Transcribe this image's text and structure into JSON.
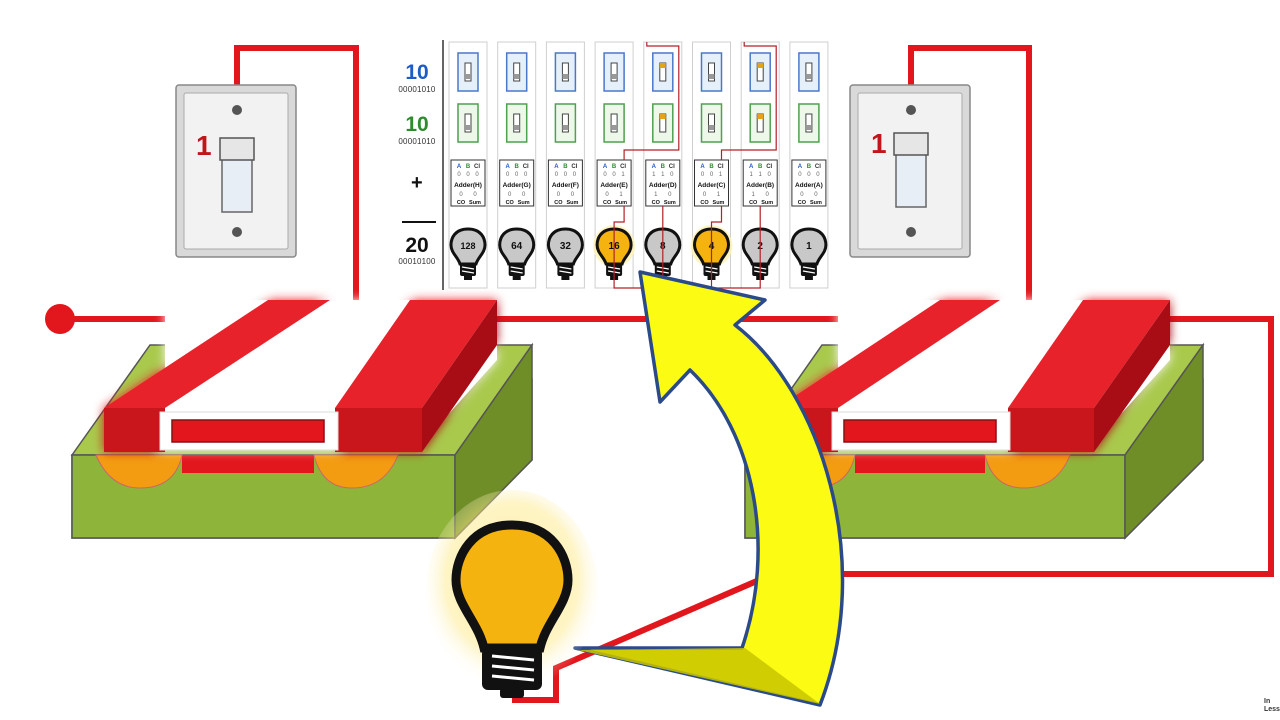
{
  "switches": {
    "left_label": "1",
    "right_label": "1"
  },
  "rows": {
    "a": {
      "value": "10",
      "bits": "00001010",
      "color": "#1f5bc4"
    },
    "b": {
      "value": "10",
      "bits": "00001010",
      "color": "#2e8b2e"
    },
    "operator": "+",
    "sum": {
      "value": "20",
      "bits": "00010100",
      "color": "#111111"
    }
  },
  "bit_switches": {
    "a": [
      0,
      0,
      0,
      0,
      1,
      0,
      1,
      0
    ],
    "b": [
      0,
      0,
      0,
      0,
      1,
      0,
      1,
      0
    ]
  },
  "adders": [
    {
      "label": "Adder(H)",
      "a": "0",
      "b": "0",
      "ci": "0",
      "co": "0",
      "sum": "0"
    },
    {
      "label": "Adder(G)",
      "a": "0",
      "b": "0",
      "ci": "0",
      "co": "0",
      "sum": "0"
    },
    {
      "label": "Adder(F)",
      "a": "0",
      "b": "0",
      "ci": "0",
      "co": "0",
      "sum": "0"
    },
    {
      "label": "Adder(E)",
      "a": "0",
      "b": "0",
      "ci": "1",
      "co": "0",
      "sum": "1"
    },
    {
      "label": "Adder(D)",
      "a": "1",
      "b": "1",
      "ci": "0",
      "co": "1",
      "sum": "0"
    },
    {
      "label": "Adder(C)",
      "a": "0",
      "b": "0",
      "ci": "1",
      "co": "0",
      "sum": "1"
    },
    {
      "label": "Adder(B)",
      "a": "1",
      "b": "1",
      "ci": "0",
      "co": "1",
      "sum": "0"
    },
    {
      "label": "Adder(A)",
      "a": "0",
      "b": "0",
      "ci": "0",
      "co": "0",
      "sum": "0"
    }
  ],
  "adder_headers": {
    "a": "A",
    "b": "B",
    "ci": "CI",
    "co": "CO",
    "sum": "Sum"
  },
  "bulbs": [
    {
      "label": "128",
      "on": false
    },
    {
      "label": "64",
      "on": false
    },
    {
      "label": "32",
      "on": false
    },
    {
      "label": "16",
      "on": true
    },
    {
      "label": "8",
      "on": false
    },
    {
      "label": "4",
      "on": true
    },
    {
      "label": "2",
      "on": false
    },
    {
      "label": "1",
      "on": false
    }
  ],
  "colors": {
    "wire": "#e2171e",
    "gate": "#e8202a",
    "substrate": "#8fb43a",
    "well": "#f39c12",
    "bulb_on": "#f5b30f",
    "bulb_off": "#c8c8c8",
    "arrow": "#fbfb14",
    "arrow_outline": "#2b4a8a"
  },
  "watermark": [
    "In",
    "Less"
  ]
}
